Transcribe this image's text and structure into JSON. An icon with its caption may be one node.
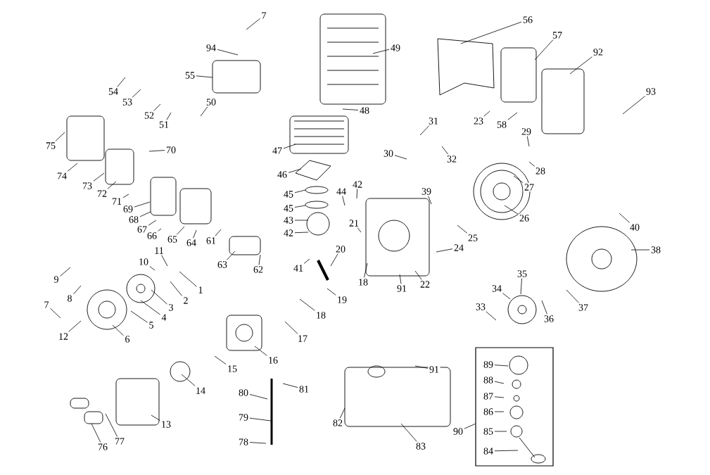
{
  "diagram": {
    "nodes": [
      {
        "text": [
          "7"
        ]
      },
      {
        "text": [
          "94"
        ]
      },
      {
        "text": [
          "49"
        ]
      },
      {
        "text": [
          "56"
        ]
      },
      {
        "text": [
          "57"
        ]
      },
      {
        "text": [
          "92"
        ]
      },
      {
        "text": [
          "55"
        ]
      },
      {
        "text": [
          "54"
        ]
      },
      {
        "text": [
          "93"
        ]
      },
      {
        "text": [
          "53"
        ]
      },
      {
        "text": [
          "50"
        ]
      },
      {
        "text": [
          "48"
        ]
      },
      {
        "text": [
          "52"
        ]
      },
      {
        "text": [
          "23"
        ]
      },
      {
        "text": [
          "31"
        ]
      },
      {
        "text": [
          "58"
        ]
      },
      {
        "text": [
          "51"
        ]
      },
      {
        "text": [
          "29"
        ]
      },
      {
        "text": [
          "75"
        ]
      },
      {
        "text": [
          "70"
        ]
      },
      {
        "text": [
          "47"
        ]
      },
      {
        "text": [
          "30"
        ]
      },
      {
        "text": [
          "32"
        ]
      },
      {
        "text": [
          "28"
        ]
      },
      {
        "text": [
          "46"
        ]
      },
      {
        "text": [
          "74"
        ]
      },
      {
        "text": [
          "42"
        ]
      },
      {
        "text": [
          "73"
        ]
      },
      {
        "text": [
          "27"
        ]
      },
      {
        "text": [
          "39"
        ]
      },
      {
        "text": [
          "44"
        ]
      },
      {
        "text": [
          "72"
        ]
      },
      {
        "text": [
          "45"
        ]
      },
      {
        "text": [
          "71"
        ]
      },
      {
        "text": [
          "45"
        ]
      },
      {
        "text": [
          "69"
        ]
      },
      {
        "text": [
          "26"
        ]
      },
      {
        "text": [
          "68"
        ]
      },
      {
        "text": [
          "43"
        ]
      },
      {
        "text": [
          "21"
        ]
      },
      {
        "text": [
          "40"
        ]
      },
      {
        "text": [
          "67"
        ]
      },
      {
        "text": [
          "42"
        ]
      },
      {
        "text": [
          "66"
        ]
      },
      {
        "text": [
          "25"
        ]
      },
      {
        "text": [
          "65"
        ]
      },
      {
        "text": [
          "64"
        ]
      },
      {
        "text": [
          "61"
        ]
      },
      {
        "text": [
          "24"
        ]
      },
      {
        "text": [
          "20"
        ]
      },
      {
        "text": [
          "38"
        ]
      },
      {
        "text": [
          "11"
        ]
      },
      {
        "text": [
          "10"
        ]
      },
      {
        "text": [
          "63"
        ]
      },
      {
        "text": [
          "41"
        ]
      },
      {
        "text": [
          "62"
        ]
      },
      {
        "text": [
          "35"
        ]
      },
      {
        "text": [
          "9"
        ]
      },
      {
        "text": [
          "18"
        ]
      },
      {
        "text": [
          "22"
        ]
      },
      {
        "text": [
          "91"
        ]
      },
      {
        "text": [
          "34"
        ]
      },
      {
        "text": [
          "1"
        ]
      },
      {
        "text": [
          "8"
        ]
      },
      {
        "text": [
          "19"
        ]
      },
      {
        "text": [
          "2"
        ]
      },
      {
        "text": [
          "7"
        ]
      },
      {
        "text": [
          "33"
        ]
      },
      {
        "text": [
          "37"
        ]
      },
      {
        "text": [
          "3"
        ]
      },
      {
        "text": [
          "18"
        ]
      },
      {
        "text": [
          "4"
        ]
      },
      {
        "text": [
          "36"
        ]
      },
      {
        "text": [
          "5"
        ]
      },
      {
        "text": [
          "12"
        ]
      },
      {
        "text": [
          "17"
        ]
      },
      {
        "text": [
          "6"
        ]
      },
      {
        "text": [
          "16"
        ]
      },
      {
        "text": [
          "91"
        ]
      },
      {
        "text": [
          "15"
        ]
      },
      {
        "text": [],
        "shape": "box"
      },
      {
        "text": [
          "89"
        ],
        "in": 80
      },
      {
        "text": [
          "88"
        ],
        "in": 80
      },
      {
        "text": [
          "87"
        ],
        "in": 80
      },
      {
        "text": [
          "86"
        ],
        "in": 80
      },
      {
        "text": [
          "81"
        ]
      },
      {
        "text": [
          "14"
        ]
      },
      {
        "text": [
          "80"
        ]
      },
      {
        "text": [
          "79"
        ]
      },
      {
        "text": [
          "82"
        ]
      },
      {
        "text": [
          "13"
        ]
      },
      {
        "text": [
          "90"
        ]
      },
      {
        "text": [
          "85"
        ],
        "in": 80
      },
      {
        "text": [
          "77"
        ]
      },
      {
        "text": [
          "78"
        ]
      },
      {
        "text": [
          "83"
        ]
      },
      {
        "text": [
          "76"
        ]
      },
      {
        "text": [
          "84"
        ],
        "in": 80
      }
    ],
    "edges": [
      {
        "from": 0,
        "to": null,
        "arrow": "none"
      },
      {
        "from": 1,
        "to": null,
        "arrow": "none"
      },
      {
        "from": 2,
        "to": null,
        "arrow": "none"
      },
      {
        "from": 3,
        "to": null,
        "arrow": "none"
      },
      {
        "from": 4,
        "to": null,
        "arrow": "none"
      },
      {
        "from": 5,
        "to": null,
        "arrow": "none"
      },
      {
        "from": 6,
        "to": null,
        "arrow": "none"
      },
      {
        "from": 7,
        "to": null,
        "arrow": "none"
      },
      {
        "from": 8,
        "to": null,
        "arrow": "none"
      },
      {
        "from": 9,
        "to": null,
        "arrow": "none"
      },
      {
        "from": 10,
        "to": null,
        "arrow": "none"
      },
      {
        "from": 11,
        "to": null,
        "arrow": "none"
      },
      {
        "from": 12,
        "to": null,
        "arrow": "none"
      },
      {
        "from": 13,
        "to": null,
        "arrow": "none"
      },
      {
        "from": 14,
        "to": null,
        "arrow": "none"
      },
      {
        "from": 15,
        "to": null,
        "arrow": "none"
      },
      {
        "from": 16,
        "to": null,
        "arrow": "none"
      },
      {
        "from": 17,
        "to": null,
        "arrow": "none"
      },
      {
        "from": 18,
        "to": null,
        "arrow": "none"
      },
      {
        "from": 19,
        "to": null,
        "arrow": "none"
      },
      {
        "from": 20,
        "to": null,
        "arrow": "none"
      },
      {
        "from": 21,
        "to": null,
        "arrow": "none"
      },
      {
        "from": 22,
        "to": null,
        "arrow": "none"
      },
      {
        "from": 23,
        "to": null,
        "arrow": "none"
      },
      {
        "from": 24,
        "to": null,
        "arrow": "none"
      },
      {
        "from": 25,
        "to": null,
        "arrow": "none"
      },
      {
        "from": 26,
        "to": null,
        "arrow": "none"
      },
      {
        "from": 27,
        "to": null,
        "arrow": "none"
      },
      {
        "from": 28,
        "to": null,
        "arrow": "none"
      },
      {
        "from": 29,
        "to": null,
        "arrow": "none"
      },
      {
        "from": 30,
        "to": null,
        "arrow": "none"
      },
      {
        "from": 31,
        "to": null,
        "arrow": "none"
      },
      {
        "from": 32,
        "to": null,
        "arrow": "none"
      },
      {
        "from": 33,
        "to": null,
        "arrow": "none"
      },
      {
        "from": 34,
        "to": null,
        "arrow": "none"
      },
      {
        "from": 35,
        "to": null,
        "arrow": "none"
      },
      {
        "from": 36,
        "to": null,
        "arrow": "none"
      },
      {
        "from": 37,
        "to": null,
        "arrow": "none"
      },
      {
        "from": 38,
        "to": null,
        "arrow": "none"
      },
      {
        "from": 39,
        "to": null,
        "arrow": "none"
      },
      {
        "from": 40,
        "to": null,
        "arrow": "none"
      },
      {
        "from": 41,
        "to": null,
        "arrow": "none"
      },
      {
        "from": 42,
        "to": null,
        "arrow": "none"
      },
      {
        "from": 43,
        "to": null,
        "arrow": "none"
      },
      {
        "from": 44,
        "to": null,
        "arrow": "none"
      },
      {
        "from": 45,
        "to": null,
        "arrow": "none"
      },
      {
        "from": 46,
        "to": null,
        "arrow": "none"
      },
      {
        "from": 47,
        "to": null,
        "arrow": "none"
      },
      {
        "from": 48,
        "to": null,
        "arrow": "none"
      },
      {
        "from": 49,
        "to": null,
        "arrow": "none"
      },
      {
        "from": 50,
        "to": null,
        "arrow": "none"
      },
      {
        "from": 51,
        "to": null,
        "arrow": "none"
      },
      {
        "from": 52,
        "to": null,
        "arrow": "none"
      },
      {
        "from": 53,
        "to": null,
        "arrow": "none"
      },
      {
        "from": 54,
        "to": null,
        "arrow": "none"
      },
      {
        "from": 55,
        "to": null,
        "arrow": "none"
      },
      {
        "from": 56,
        "to": null,
        "arrow": "none"
      },
      {
        "from": 57,
        "to": null,
        "arrow": "none"
      },
      {
        "from": 58,
        "to": null,
        "arrow": "none"
      },
      {
        "from": 59,
        "to": null,
        "arrow": "none"
      },
      {
        "from": 60,
        "to": null,
        "arrow": "none"
      },
      {
        "from": 61,
        "to": null,
        "arrow": "none"
      },
      {
        "from": 62,
        "to": null,
        "arrow": "none"
      },
      {
        "from": 63,
        "to": null,
        "arrow": "none"
      },
      {
        "from": 64,
        "to": null,
        "arrow": "none"
      },
      {
        "from": 65,
        "to": null,
        "arrow": "none"
      },
      {
        "from": 66,
        "to": null,
        "arrow": "none"
      },
      {
        "from": 67,
        "to": null,
        "arrow": "none"
      },
      {
        "from": 68,
        "to": null,
        "arrow": "none"
      },
      {
        "from": 69,
        "to": null,
        "arrow": "none"
      },
      {
        "from": 70,
        "to": null,
        "arrow": "none"
      },
      {
        "from": 71,
        "to": null,
        "arrow": "none"
      },
      {
        "from": 72,
        "to": null,
        "arrow": "none"
      },
      {
        "from": 73,
        "to": null,
        "arrow": "none"
      },
      {
        "from": 74,
        "to": null,
        "arrow": "none"
      },
      {
        "from": 75,
        "to": null,
        "arrow": "none"
      },
      {
        "from": 76,
        "to": null,
        "arrow": "none"
      },
      {
        "from": 77,
        "to": null,
        "arrow": "none"
      },
      {
        "from": 78,
        "to": null,
        "arrow": "none"
      },
      {
        "from": 79,
        "to": null,
        "arrow": "none"
      },
      {
        "from": 81,
        "to": null,
        "arrow": "none"
      },
      {
        "from": 82,
        "to": null,
        "arrow": "none"
      },
      {
        "from": 83,
        "to": null,
        "arrow": "none"
      },
      {
        "from": 84,
        "to": null,
        "arrow": "none"
      },
      {
        "from": 85,
        "to": null,
        "arrow": "none"
      },
      {
        "from": 86,
        "to": null,
        "arrow": "none"
      },
      {
        "from": 87,
        "to": null,
        "arrow": "none"
      },
      {
        "from": 88,
        "to": null,
        "arrow": "none"
      },
      {
        "from": 89,
        "to": null,
        "arrow": "none"
      },
      {
        "from": 90,
        "to": null,
        "arrow": "none"
      },
      {
        "from": 91,
        "to": 80,
        "arrow": "none"
      },
      {
        "from": 92,
        "to": null,
        "arrow": "none"
      },
      {
        "from": 93,
        "to": null,
        "arrow": "none"
      },
      {
        "from": 94,
        "to": null,
        "arrow": "none"
      },
      {
        "from": 95,
        "to": null,
        "arrow": "none"
      },
      {
        "from": 96,
        "to": null,
        "arrow": "none"
      },
      {
        "from": 97,
        "to": null,
        "arrow": "none"
      }
    ]
  }
}
